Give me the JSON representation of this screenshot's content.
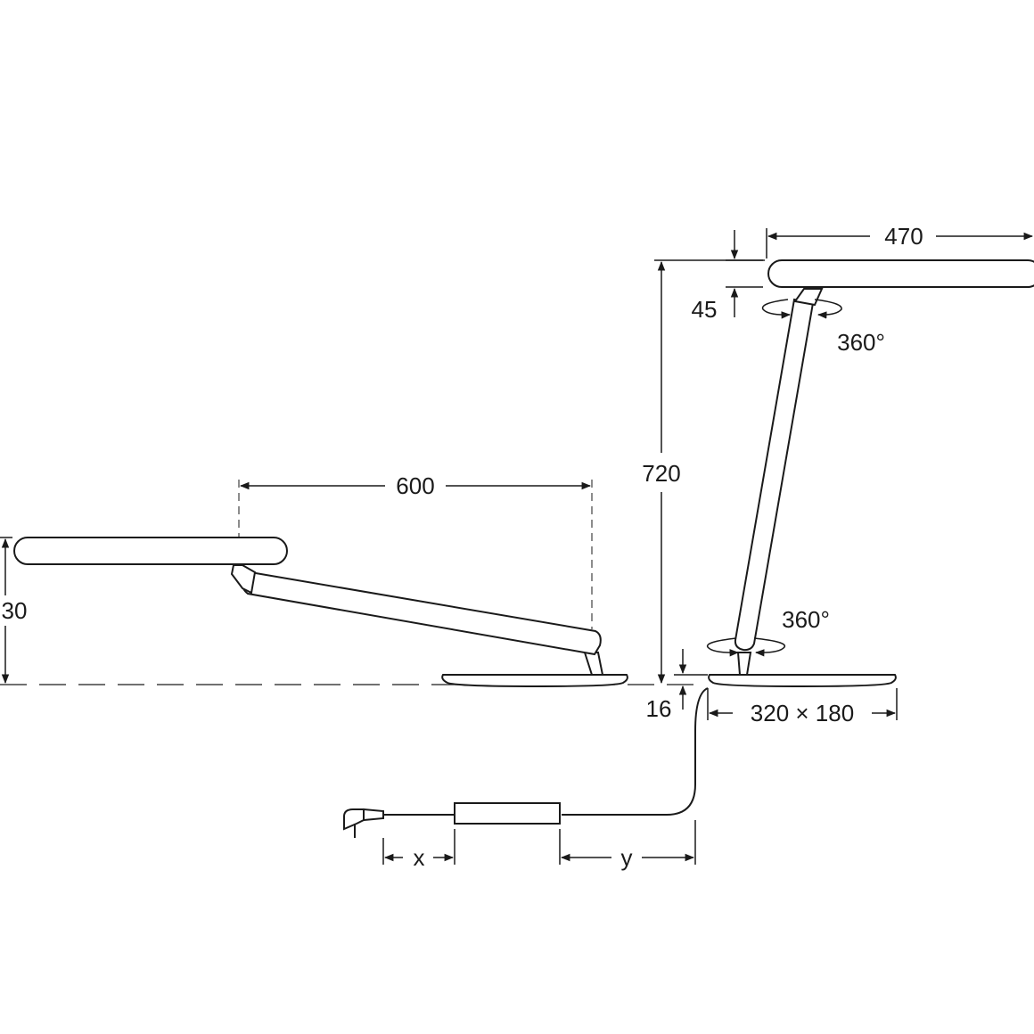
{
  "dimensions": {
    "head_length_mm": "470",
    "head_height_mm": "45",
    "upright_height_mm": "720",
    "reach_mm": "600",
    "lowered_height_mm": "30",
    "base_height_mm": "16",
    "base_footprint_mm": "320 × 180",
    "rotation_top": "360°",
    "rotation_bottom": "360°",
    "cable_x": "x",
    "cable_y": "y"
  },
  "colors": {
    "line": "#1a1a1a",
    "background": "#ffffff"
  },
  "icons": [
    "plug-icon",
    "rotation-arrow-icon"
  ]
}
